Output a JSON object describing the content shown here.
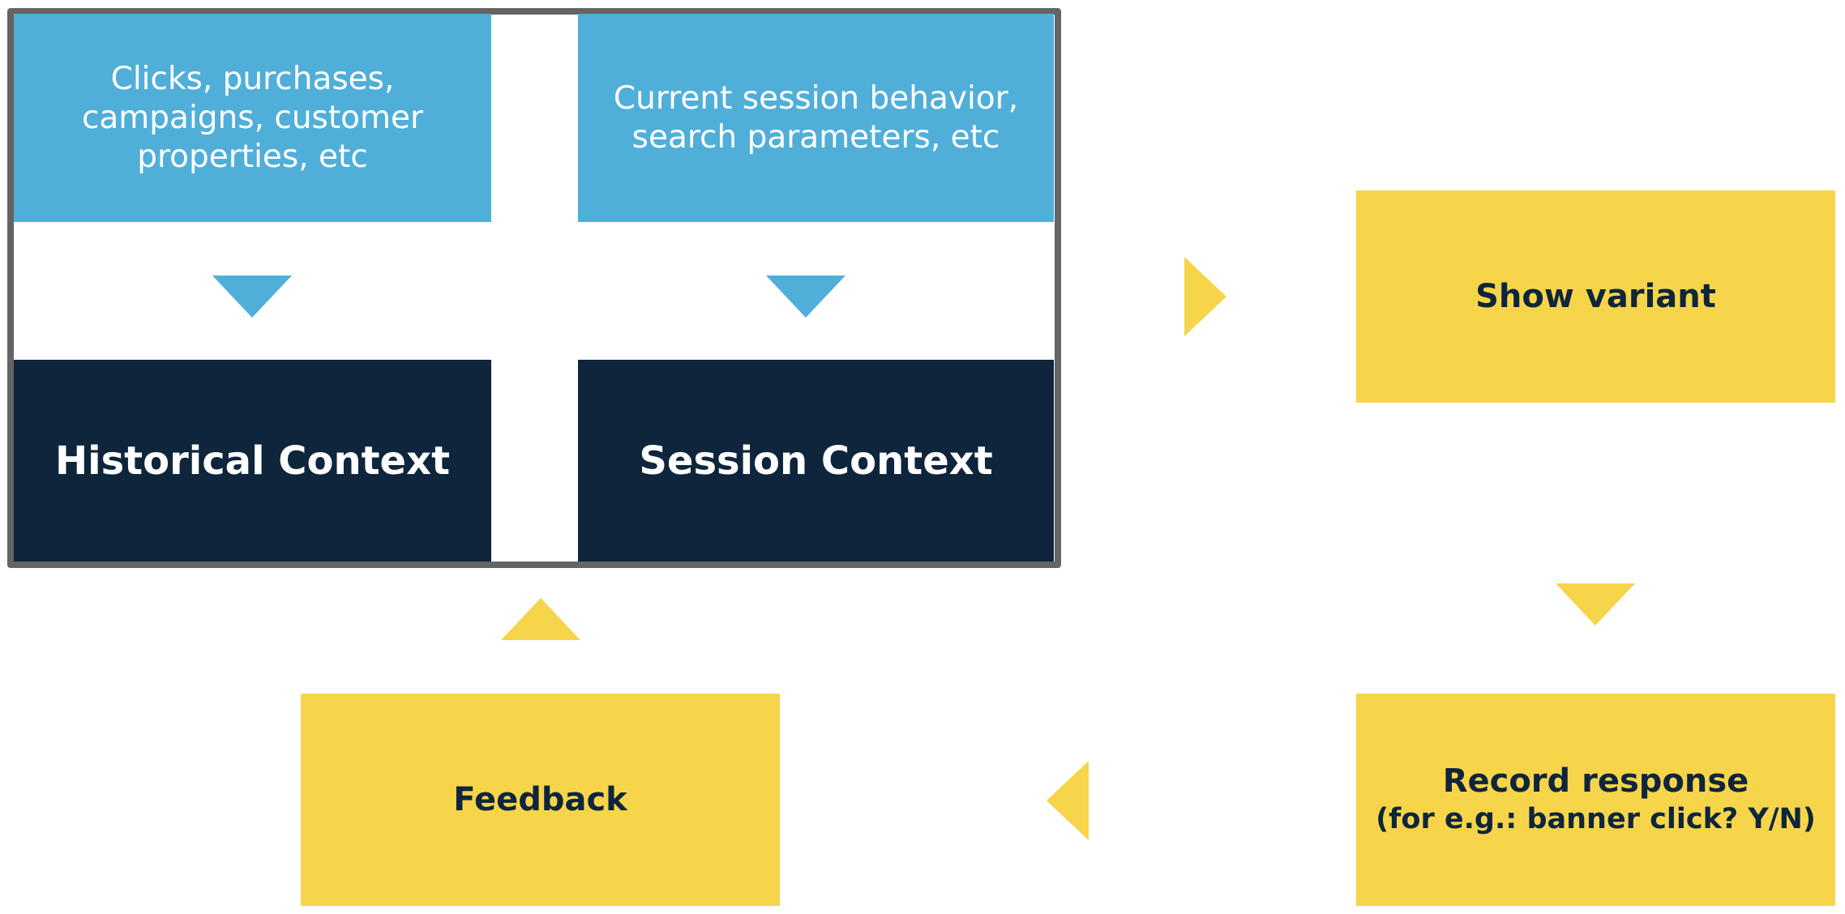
{
  "context": {
    "historical": {
      "description": "Clicks, purchases, campaigns, customer properties, etc",
      "title": "Historical Context"
    },
    "session": {
      "description": "Current session behavior, search parameters, etc",
      "title": "Session Context"
    }
  },
  "steps": {
    "show_variant": "Show variant",
    "record_response": {
      "title": "Record response",
      "subtitle": "(for e.g.: banner click? Y/N)"
    },
    "feedback": "Feedback"
  },
  "colors": {
    "light_blue": "#50afd9",
    "dark_navy": "#0e253c",
    "yellow": "#f6d54a",
    "frame_grey": "#646464"
  }
}
